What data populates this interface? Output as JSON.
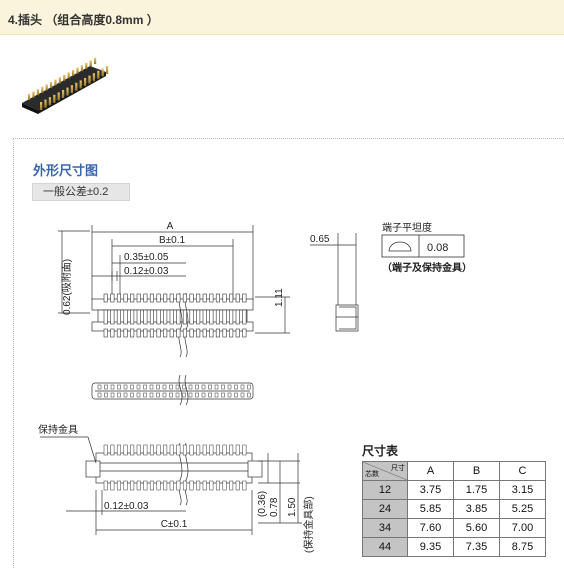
{
  "header": {
    "title": "4.插头 （组合高度0.8mm ）"
  },
  "section": {
    "title": "外形尺寸图",
    "tolerance": "一般公差±0.2"
  },
  "drawing": {
    "labels": {
      "A": "A",
      "B": "B±0.1",
      "p035": "0.35±0.05",
      "p012_top": "0.12±0.03",
      "p062": "0.62(吸附面)",
      "h111": "1.11",
      "w065": "0.65",
      "flatness_title": "端子平坦度",
      "flatness_value": "0.08",
      "flatness_note": "（端子及保持金具）",
      "holder": "保持金具",
      "p012_bot": "0.12±0.03",
      "C": "C±0.1",
      "d036": "(0.36)",
      "d078": "0.78",
      "d150": "1.50",
      "holder_side": "(保持金具部)"
    }
  },
  "size_table": {
    "title": "尺寸表",
    "corner_row": "芯数",
    "corner_col": "尺寸",
    "columns": [
      "A",
      "B",
      "C"
    ],
    "rows": [
      {
        "pins": "12",
        "values": [
          "3.75",
          "1.75",
          "3.15"
        ]
      },
      {
        "pins": "24",
        "values": [
          "5.85",
          "3.85",
          "5.25"
        ]
      },
      {
        "pins": "34",
        "values": [
          "7.60",
          "5.60",
          "7.00"
        ]
      },
      {
        "pins": "44",
        "values": [
          "9.35",
          "7.35",
          "8.75"
        ]
      }
    ]
  }
}
